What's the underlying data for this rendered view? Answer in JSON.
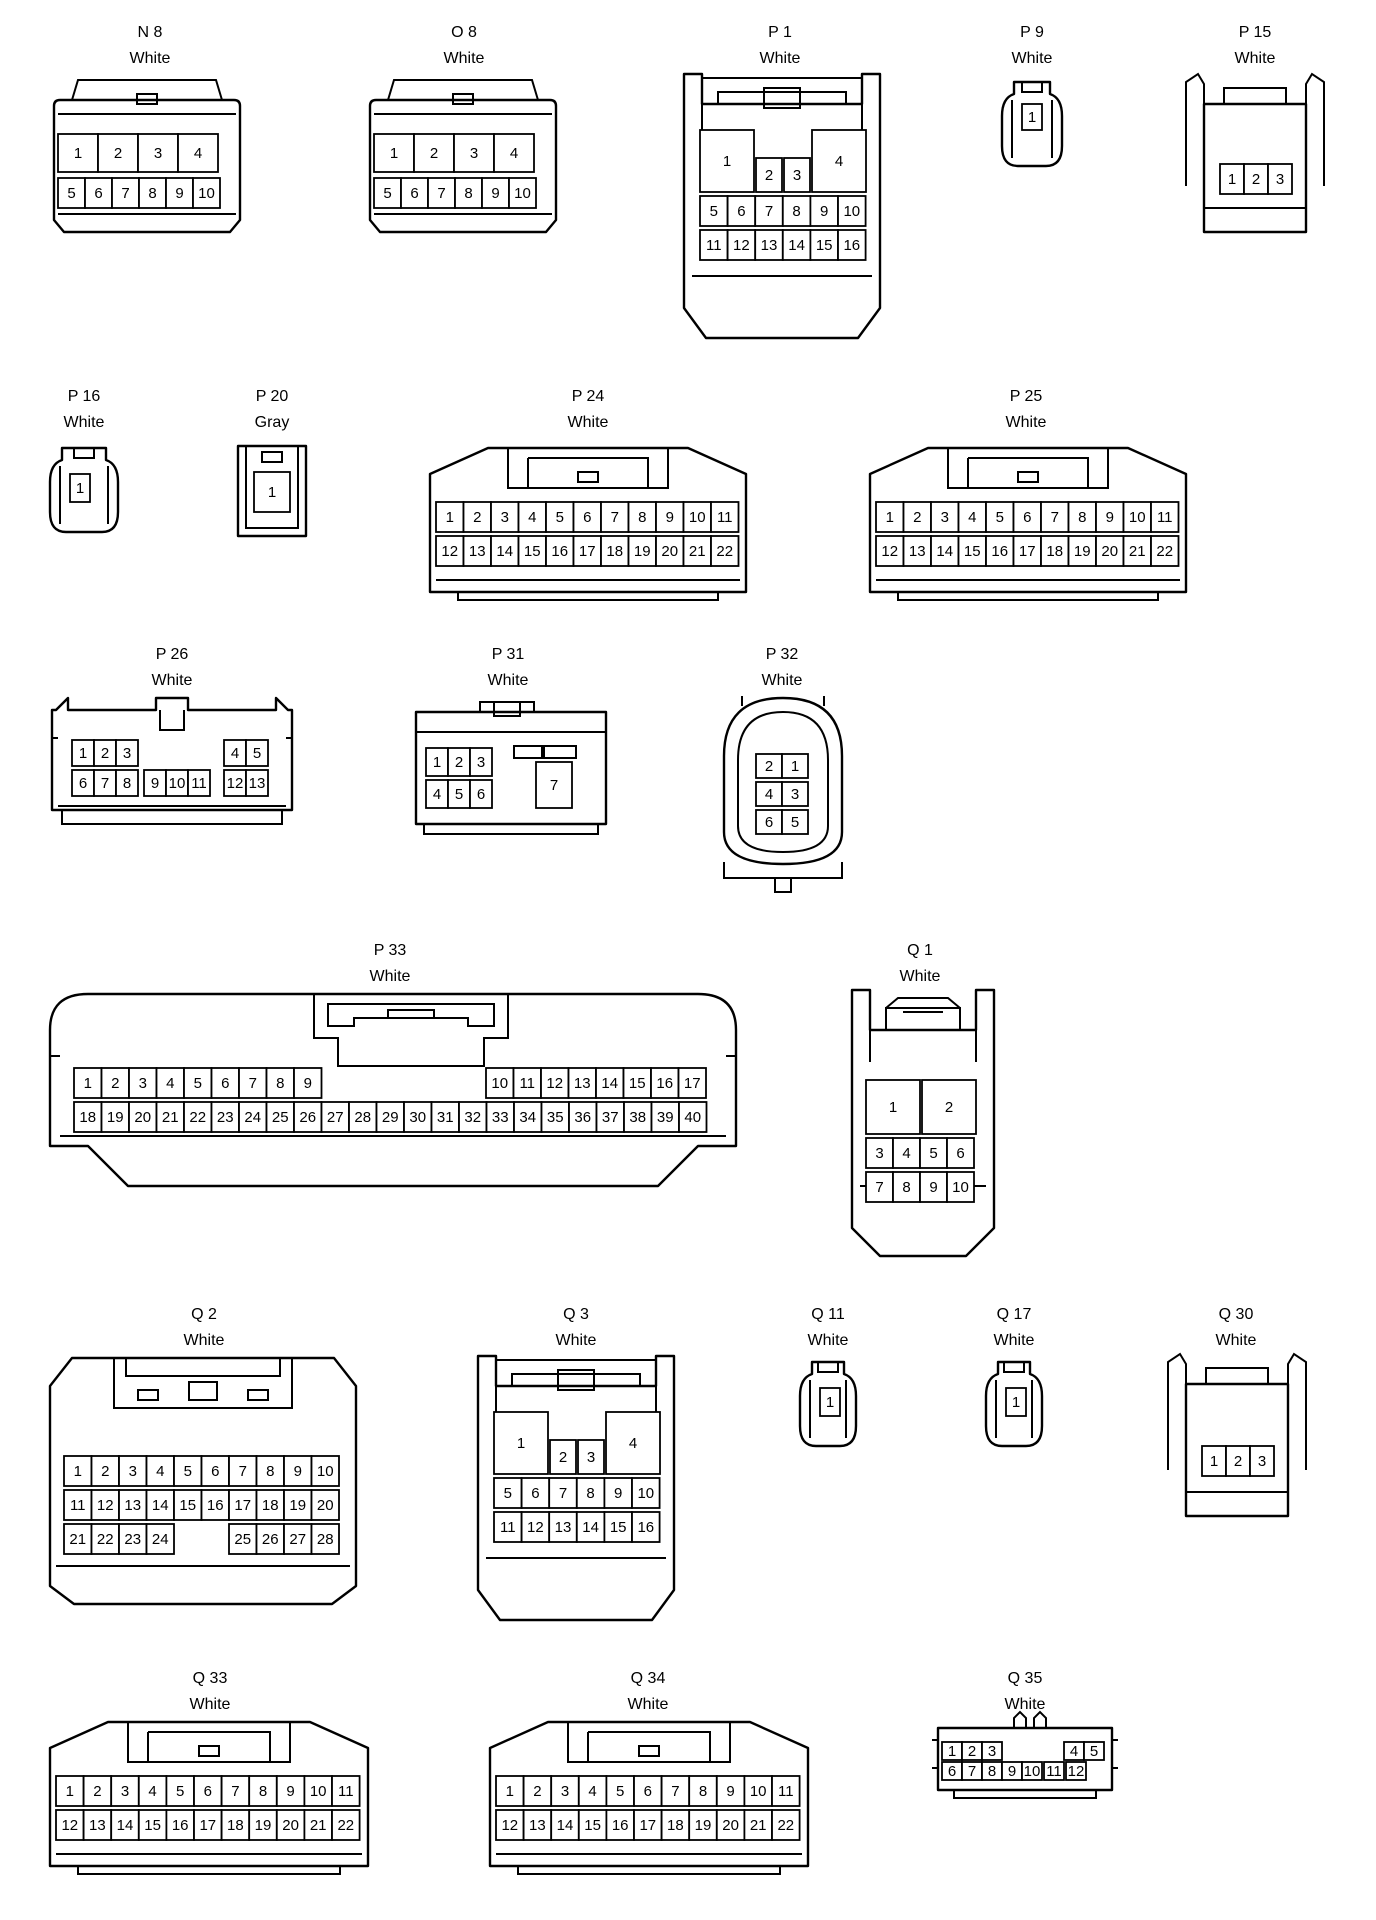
{
  "connectors": [
    {
      "id": "N 8",
      "color": "White",
      "rows": [
        [
          "1",
          "2",
          "3",
          "4"
        ],
        [
          "5",
          "6",
          "7",
          "8",
          "9",
          "10"
        ]
      ]
    },
    {
      "id": "O 8",
      "color": "White",
      "rows": [
        [
          "1",
          "2",
          "3",
          "4"
        ],
        [
          "5",
          "6",
          "7",
          "8",
          "9",
          "10"
        ]
      ]
    },
    {
      "id": "P 1",
      "color": "White",
      "rows": [
        [
          "1",
          "2",
          "3",
          "4"
        ],
        [
          "5",
          "6",
          "7",
          "8",
          "9",
          "10"
        ],
        [
          "11",
          "12",
          "13",
          "14",
          "15",
          "16"
        ]
      ]
    },
    {
      "id": "P 9",
      "color": "White",
      "rows": [
        [
          "1"
        ]
      ]
    },
    {
      "id": "P 15",
      "color": "White",
      "rows": [
        [
          "1",
          "2",
          "3"
        ]
      ]
    },
    {
      "id": "P 16",
      "color": "White",
      "rows": [
        [
          "1"
        ]
      ]
    },
    {
      "id": "P 20",
      "color": "Gray",
      "rows": [
        [
          "1"
        ]
      ]
    },
    {
      "id": "P 24",
      "color": "White",
      "rows": [
        [
          "1",
          "2",
          "3",
          "4",
          "5",
          "6",
          "7",
          "8",
          "9",
          "10",
          "11"
        ],
        [
          "12",
          "13",
          "14",
          "15",
          "16",
          "17",
          "18",
          "19",
          "20",
          "21",
          "22"
        ]
      ]
    },
    {
      "id": "P 25",
      "color": "White",
      "rows": [
        [
          "1",
          "2",
          "3",
          "4",
          "5",
          "6",
          "7",
          "8",
          "9",
          "10",
          "11"
        ],
        [
          "12",
          "13",
          "14",
          "15",
          "16",
          "17",
          "18",
          "19",
          "20",
          "21",
          "22"
        ]
      ]
    },
    {
      "id": "P 26",
      "color": "White",
      "rows": [
        [
          "1",
          "2",
          "3",
          "4",
          "5"
        ],
        [
          "6",
          "7",
          "8",
          "9",
          "10",
          "11",
          "12",
          "13"
        ]
      ]
    },
    {
      "id": "P 31",
      "color": "White",
      "rows": [
        [
          "1",
          "2",
          "3"
        ],
        [
          "4",
          "5",
          "6",
          "7"
        ]
      ]
    },
    {
      "id": "P 32",
      "color": "White",
      "rows": [
        [
          "2",
          "1"
        ],
        [
          "4",
          "3"
        ],
        [
          "6",
          "5"
        ]
      ]
    },
    {
      "id": "P 33",
      "color": "White",
      "rows": [
        [
          "1",
          "2",
          "3",
          "4",
          "5",
          "6",
          "7",
          "8",
          "9",
          "10",
          "11",
          "12",
          "13",
          "14",
          "15",
          "16",
          "17"
        ],
        [
          "18",
          "19",
          "20",
          "21",
          "22",
          "23",
          "24",
          "25",
          "26",
          "27",
          "28",
          "29",
          "30",
          "31",
          "32",
          "33",
          "34",
          "35",
          "36",
          "37",
          "38",
          "39",
          "40"
        ]
      ]
    },
    {
      "id": "Q 1",
      "color": "White",
      "rows": [
        [
          "1",
          "2"
        ],
        [
          "3",
          "4",
          "5",
          "6"
        ],
        [
          "7",
          "8",
          "9",
          "10"
        ]
      ]
    },
    {
      "id": "Q 2",
      "color": "White",
      "rows": [
        [
          "1",
          "2",
          "3",
          "4",
          "5",
          "6",
          "7",
          "8",
          "9",
          "10"
        ],
        [
          "11",
          "12",
          "13",
          "14",
          "15",
          "16",
          "17",
          "18",
          "19",
          "20"
        ],
        [
          "21",
          "22",
          "23",
          "24",
          "25",
          "26",
          "27",
          "28"
        ]
      ]
    },
    {
      "id": "Q 3",
      "color": "White",
      "rows": [
        [
          "1",
          "2",
          "3",
          "4"
        ],
        [
          "5",
          "6",
          "7",
          "8",
          "9",
          "10"
        ],
        [
          "11",
          "12",
          "13",
          "14",
          "15",
          "16"
        ]
      ]
    },
    {
      "id": "Q 11",
      "color": "White",
      "rows": [
        [
          "1"
        ]
      ]
    },
    {
      "id": "Q 17",
      "color": "White",
      "rows": [
        [
          "1"
        ]
      ]
    },
    {
      "id": "Q 30",
      "color": "White",
      "rows": [
        [
          "1",
          "2",
          "3"
        ]
      ]
    },
    {
      "id": "Q 33",
      "color": "White",
      "rows": [
        [
          "1",
          "2",
          "3",
          "4",
          "5",
          "6",
          "7",
          "8",
          "9",
          "10",
          "11"
        ],
        [
          "12",
          "13",
          "14",
          "15",
          "16",
          "17",
          "18",
          "19",
          "20",
          "21",
          "22"
        ]
      ]
    },
    {
      "id": "Q 34",
      "color": "White",
      "rows": [
        [
          "1",
          "2",
          "3",
          "4",
          "5",
          "6",
          "7",
          "8",
          "9",
          "10",
          "11"
        ],
        [
          "12",
          "13",
          "14",
          "15",
          "16",
          "17",
          "18",
          "19",
          "20",
          "21",
          "22"
        ]
      ]
    },
    {
      "id": "Q 35",
      "color": "White",
      "rows": [
        [
          "1",
          "2",
          "3",
          "4",
          "5"
        ],
        [
          "6",
          "7",
          "8",
          "9",
          "10",
          "11",
          "12"
        ]
      ]
    }
  ]
}
